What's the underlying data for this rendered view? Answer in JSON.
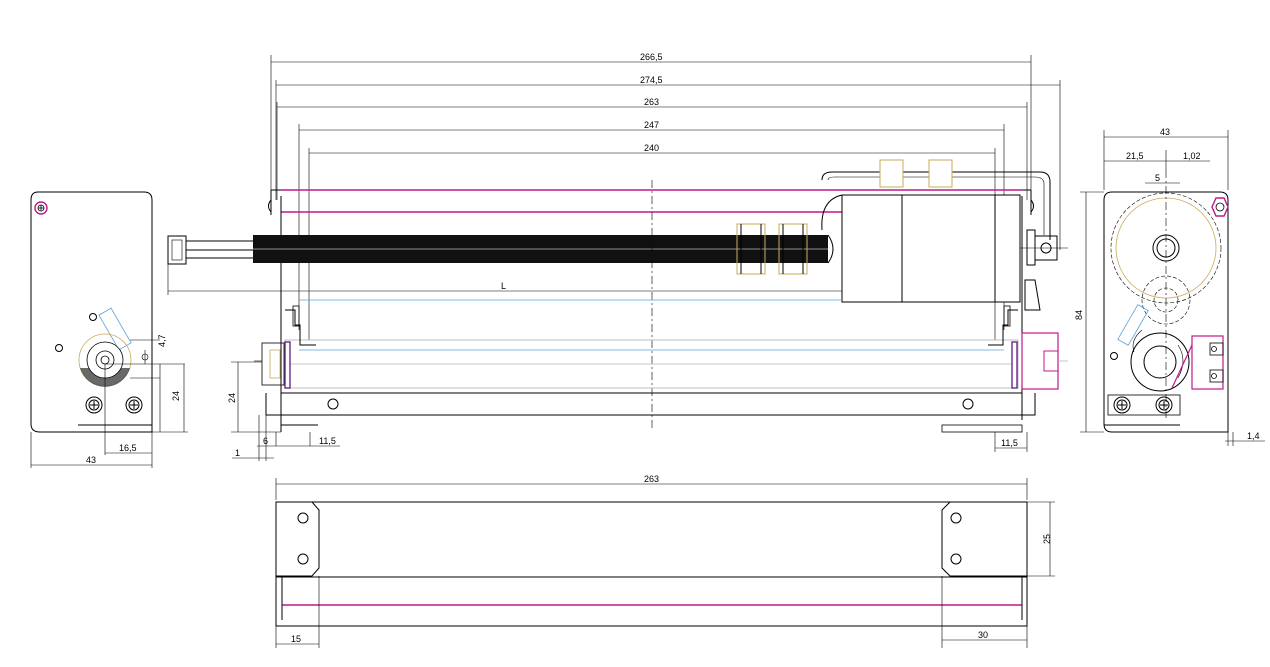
{
  "dimensions": {
    "overall_266_5": "266,5",
    "overall_274_5": "274,5",
    "len_263_top": "263",
    "len_247": "247",
    "len_240": "240",
    "len_L": "L",
    "side_height_24": "24",
    "side_offset_6": "6",
    "side_offset_1": "1",
    "side_offset_11_5_left": "11,5",
    "side_offset_11_5_right": "11,5",
    "left_view_width_43": "43",
    "left_view_16_5": "16,5",
    "left_view_24": "24",
    "left_view_4_7": "4,7",
    "right_view_width_43": "43",
    "right_view_21_5": "21,5",
    "right_view_1_02": "1,02",
    "right_view_5": "5",
    "right_view_84": "84",
    "right_view_1_4": "1,4",
    "bottom_view_263": "263",
    "bottom_view_25": "25",
    "bottom_view_15": "15",
    "bottom_view_30": "30"
  },
  "colors": {
    "line": "#000000",
    "rail": "#c0188c",
    "guide": "#5aa0d8",
    "ghost": "#b8b8b8",
    "highlight": "#caa95a",
    "shaft": "#111111"
  }
}
